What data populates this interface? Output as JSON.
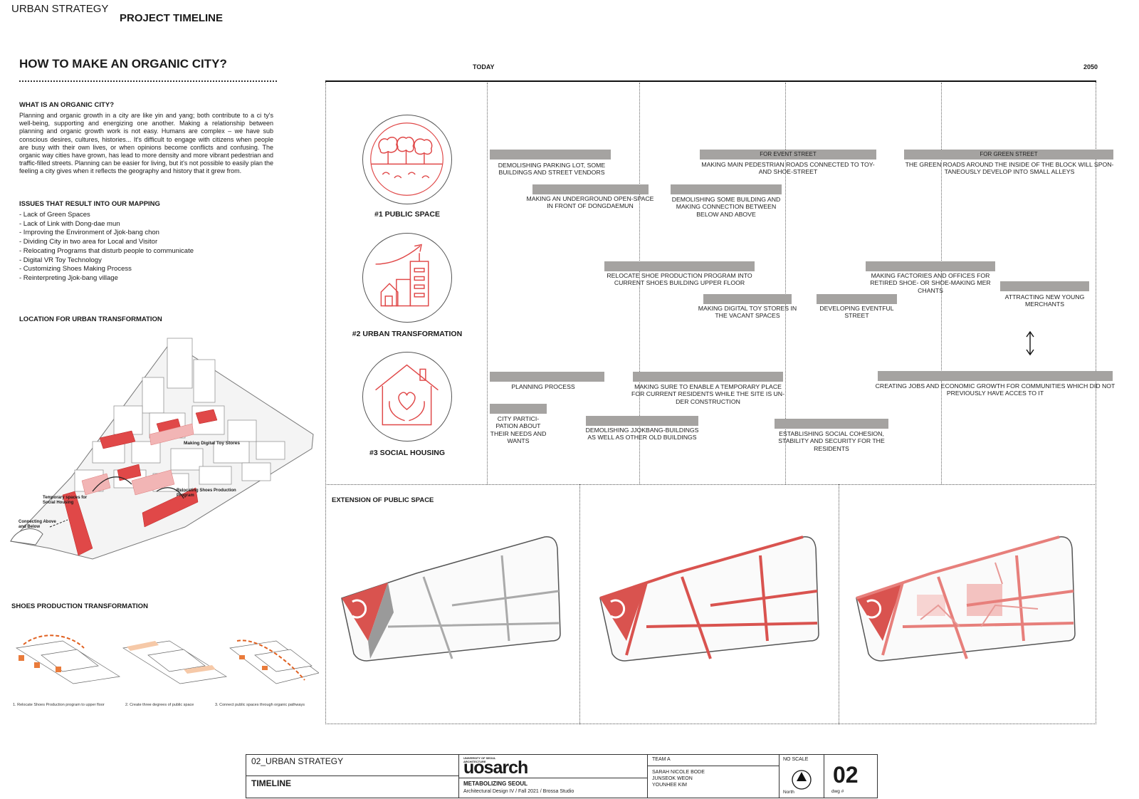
{
  "header": {
    "left": "URBAN STRATEGY",
    "title": "PROJECT TIMELINE"
  },
  "left": {
    "main_title": "HOW TO MAKE AN ORGANIC CITY?",
    "what_title": "WHAT IS AN ORGANIC CITY?",
    "what_body": "Planning and organic growth in a city are like yin and yang; both contribute to a ci ty's well-being, supporting and energizing one another. Making a relationship between planning and organic growth work is not easy. Humans are complex – we have sub conscious desires, cultures, histories... It's difficult to engage with citizens when people are busy with their own lives, or when opinions become conflicts and confusing. The organic way cities have grown, has lead to more density and more vibrant pedestrian and traffic-filled streets. Planning can be easier for living, but it's not possible to easily plan the feeling a city gives when it reflects the geography and history that it grew from.",
    "issues_title": "ISSUES THAT RESULT INTO OUR MAPPING",
    "issues": [
      "- Lack of Green Spaces",
      "- Lack of Link with Dong-dae mun",
      "- Improving the Environment of Jjok-bang chon",
      "- Dividing City in two area for Local and Visitor",
      "- Relocating Programs that disturb people to communicate",
      "- Digital VR Toy Technology",
      "- Customizing Shoes Making Process",
      "- Reinterpreting Jjok-bang village"
    ],
    "location_title": "LOCATION FOR URBAN TRANSFORMATION",
    "map_labels": {
      "toy": "Making Digital Toy Stores",
      "temp": "Temporary spaces for Social Housing",
      "reloc": "Relocating Shoes Production Program",
      "connect": "Connecting Above and Below"
    },
    "shoes_title": "SHOES PRODUCTION TRANSFORMATION",
    "shoes_captions": [
      "1. Relocate Shoes Production program to upper floor",
      "2. Create three degrees of public space",
      "3. Connect public spaces through organic pathways"
    ]
  },
  "timeline": {
    "start": "TODAY",
    "end": "2050",
    "categories": [
      "#1 PUBLIC SPACE",
      "#2 URBAN TRANSFORMATION",
      "#3 SOCIAL HOUSING"
    ],
    "bar_tags": {
      "event": "FOR EVENT STREET",
      "green": "FOR GREEN STREET"
    },
    "items": {
      "p1": "DEMOLISHING PARKING LOT, SOME BUILDINGS AND STREET VENDORS",
      "p2": "MAKING AN UNDERGROUND OPEN-SPACE IN FRONT OF DONGDAEMUN",
      "p3": "MAKING MAIN PEDESTRIAN ROADS CONNECTED TO TOY- AND SHOE-STREET",
      "p4": "DEMOLISHING SOME BUILDING AND MAKING CONNECTION BETWEEN BELOW AND ABOVE",
      "p5": "THE GREEN ROADS AROUND THE INSIDE OF THE BLOCK WILL SPON- TANEOUSLY DEVELOP INTO SMALL ALLEYS",
      "u1": "RELOCATE SHOE PRODUCTION PROGRAM INTO CURRENT SHOES BUILDING UPPER FLOOR",
      "u2": "MAKING DIGITAL TOY STORES IN THE VACANT SPACES",
      "u3": "DEVELOPING EVENTFUL STREET",
      "u4": "MAKING FACTORIES AND OFFICES FOR RETIRED SHOE- OR SHOE-MAKING MER CHANTS",
      "u5": "ATTRACTING NEW YOUNG MERCHANTS",
      "s1": "PLANNING PROCESS",
      "s2": "CITY PARTICI- PATION ABOUT THEIR NEEDS AND WANTS",
      "s3": "MAKING SURE TO ENABLE A TEMPORARY PLACE FOR CURRENT RESIDENTS WHILE THE SITE IS UN- DER CONSTRUCTION",
      "s4": "DEMOLISHING JJOKBANG-BUILDINGS AS WELL AS OTHER OLD BUILDINGS",
      "s5": "ESTABLISHING SOCIAL COHESION, STABILITY AND SECURITY FOR THE RESIDENTS",
      "s6": "CREATING JOBS AND ECONOMIC GROWTH FOR COMMUNITIES WHICH DID NOT PREVIOUSLY HAVE ACCES TO IT"
    },
    "extension_title": "EXTENSION OF PUBLIC SPACE"
  },
  "titleblock": {
    "sheet": "02_URBAN STRATEGY",
    "subtitle": "TIMELINE",
    "logo_small": "UNIVERSITY OF SEOUL ARCHITECTURE",
    "logo": "uosarch",
    "project": "METABOLIZING SEOUL",
    "course": "Architectural Design IV / Fall 2021 / Brossa Studio",
    "team": "TEAM A",
    "members": [
      "SARAH NICOLE BODE",
      "JUNSEOK WEON",
      "YOUNHEE KIM"
    ],
    "scale": "NO SCALE",
    "north": "North",
    "dwg_num": "02",
    "dwg_label": "dwg #"
  },
  "colors": {
    "accent": "#e04848",
    "bar": "#a5a3a1"
  }
}
